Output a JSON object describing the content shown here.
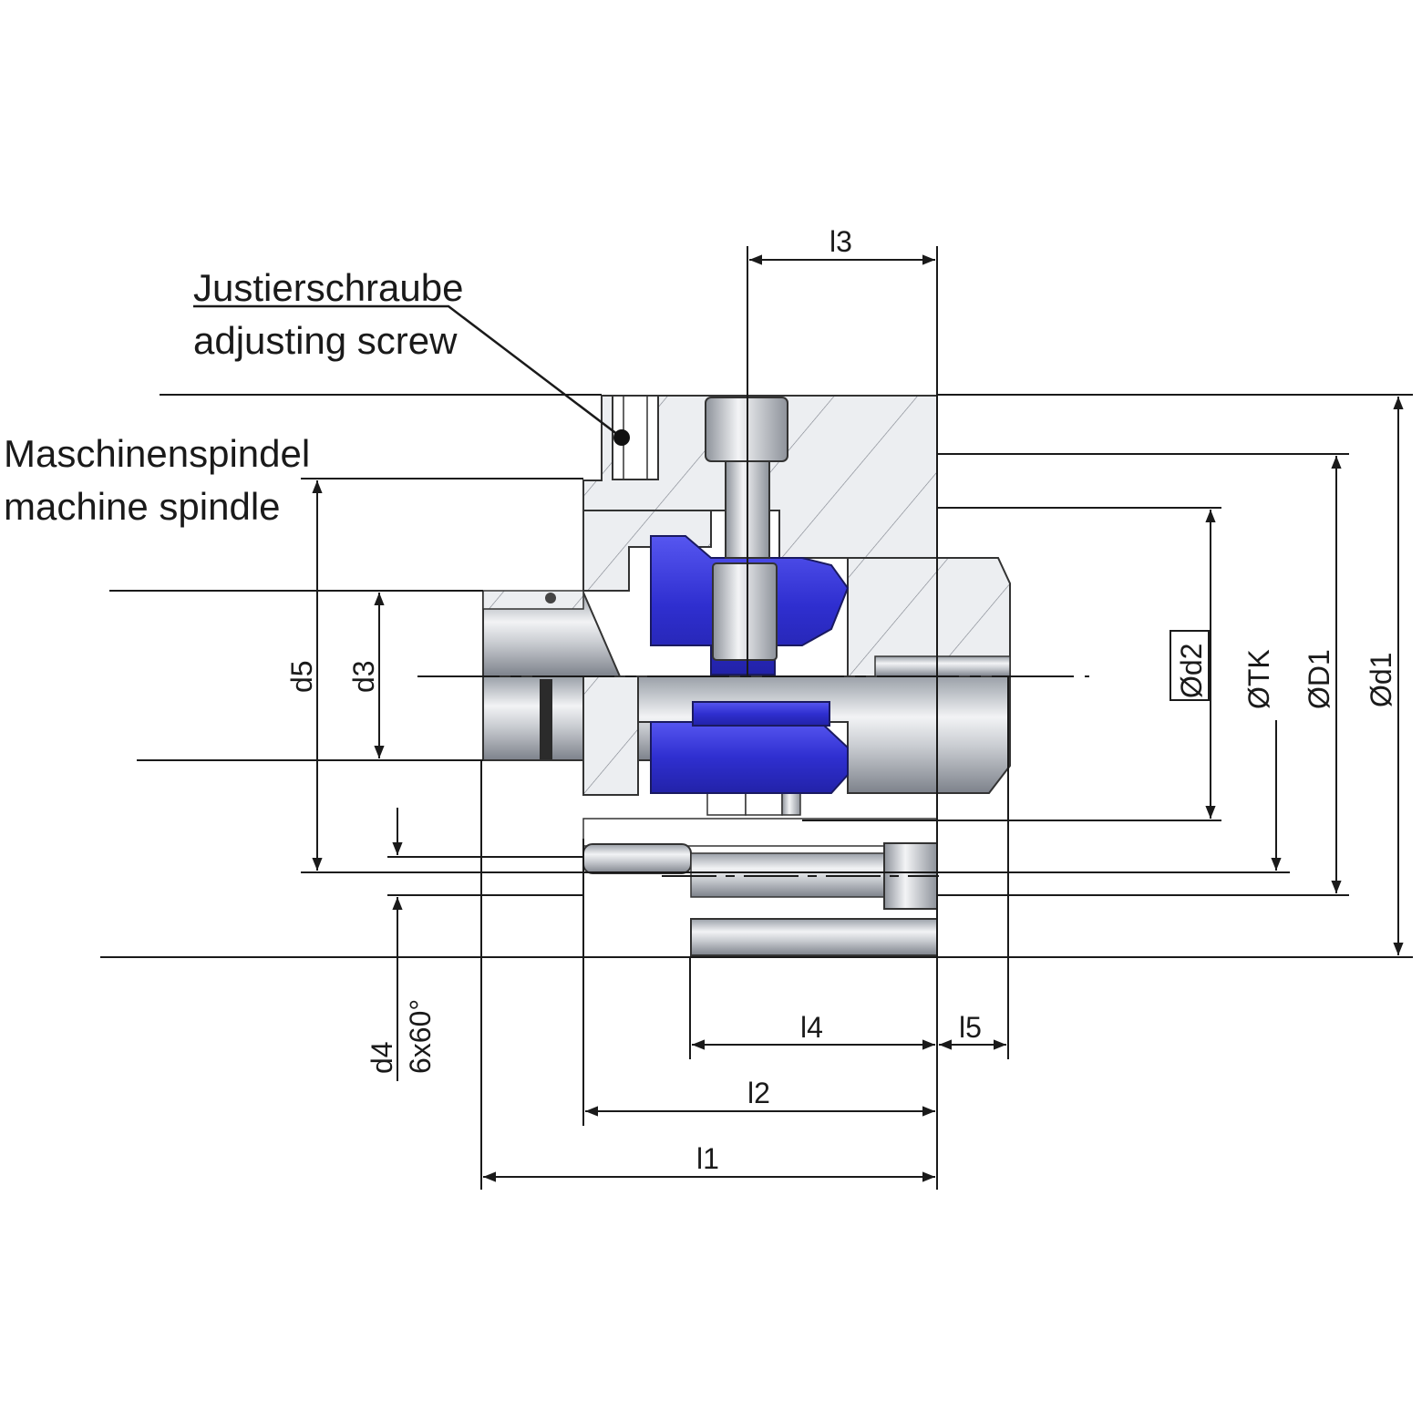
{
  "labels": {
    "adjusting_screw_de": "Justierschraube",
    "adjusting_screw_en": "adjusting screw",
    "spindle_de": "Maschinenspindel",
    "spindle_en": "machine spindle"
  },
  "dimensions": {
    "l1": "l1",
    "l2": "l2",
    "l3": "l3",
    "l4": "l4",
    "l5": "l5",
    "d1": "Ød1",
    "D1": "ØD1",
    "TK": "ØTK",
    "d2": "Ød2",
    "d3": "d3",
    "d4": "d4",
    "d5": "d5",
    "holes": "6x60°"
  },
  "colors": {
    "clamp_blue": "#3a3ad8",
    "steel_light": "#e4e6ea",
    "steel_dark": "#8c9099",
    "line": "#1a1a1a"
  }
}
